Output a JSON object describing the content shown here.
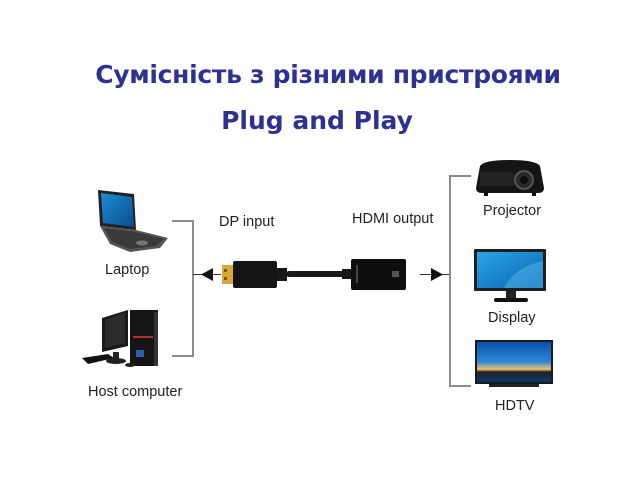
{
  "header": {
    "title": "Сумісність з різними пристроями",
    "subtitle": "Plug and Play"
  },
  "adapter": {
    "input_label": "DP input",
    "output_label": "HDMI output",
    "input_connector": "DisplayPort",
    "output_connector": "HDMI"
  },
  "sources": [
    {
      "label": "Laptop",
      "icon": "laptop-icon"
    },
    {
      "label": "Host computer",
      "icon": "desktop-computer-icon"
    }
  ],
  "outputs": [
    {
      "label": "Projector",
      "icon": "projector-icon"
    },
    {
      "label": "Display",
      "icon": "monitor-icon"
    },
    {
      "label": "HDTV",
      "icon": "tv-icon"
    }
  ],
  "colors": {
    "title": "#2e3192",
    "connector_lines": "#8c8c8c",
    "arrows": "#111111"
  }
}
